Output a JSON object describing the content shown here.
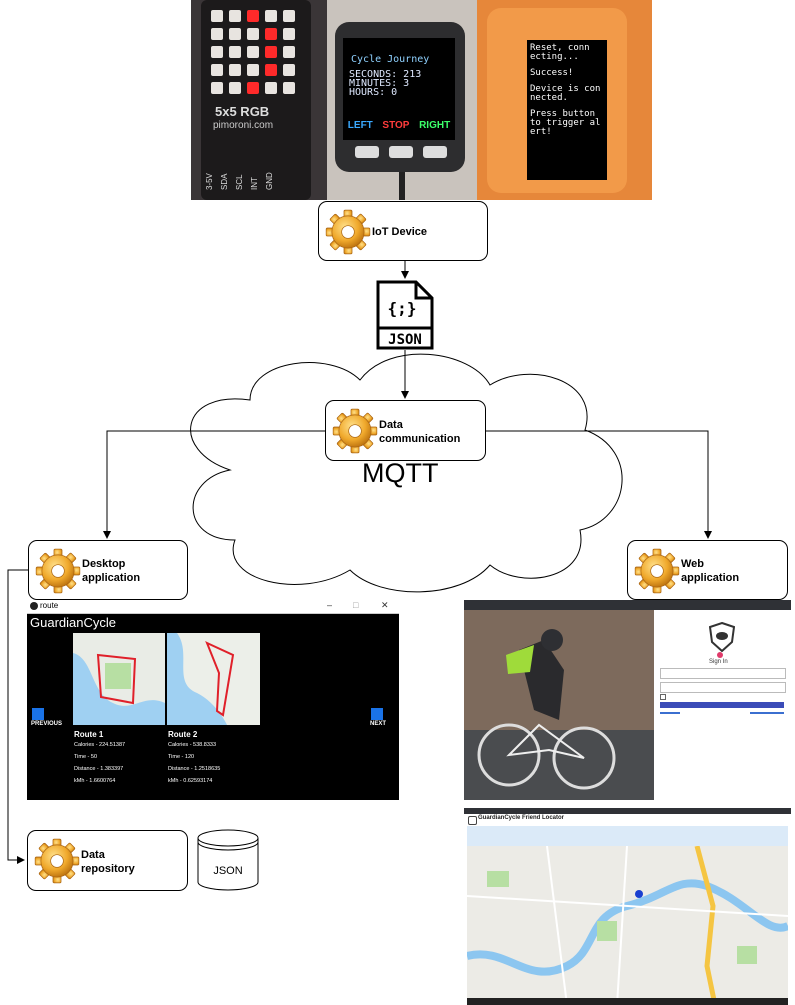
{
  "nodes": {
    "iot": "IoT Device",
    "comm": "Data\ncommunication",
    "desktop": "Desktop\napplication",
    "web": "Web\napplication",
    "repo": "Data\nrepository"
  },
  "json_icon_label": "JSON",
  "json_icon_braces": "{;}",
  "db_label": "JSON",
  "cloud_label": "MQTT",
  "photos": {
    "matrix": {
      "line1": "5x5 RGB",
      "line2": "pimoroni.com",
      "pins": [
        "3-5V",
        "SDA",
        "SCL",
        "INT",
        "GND"
      ]
    },
    "m5": {
      "title": "Cycle Journey",
      "lines": [
        "SECONDS: 213",
        "MINUTES: 3",
        "HOURS: 0"
      ],
      "buttons": [
        "LEFT",
        "STOP",
        "RIGHT"
      ]
    },
    "orange": {
      "lines": [
        "Reset, conn",
        "ecting...",
        "Success!",
        "Device is con",
        "nected.",
        "Press button",
        "to trigger al",
        "ert!"
      ]
    }
  },
  "desktop_app": {
    "window_title": "route",
    "app_name": "GuardianCycle",
    "prev": "PREVIOUS",
    "next": "NEXT",
    "route1": {
      "title": "Route 1",
      "lines": [
        "Calories - 224.51387",
        "Time - 50",
        "Distance - 1.383397",
        "kMh - 1.6600764"
      ]
    },
    "route2": {
      "title": "Route 2",
      "lines": [
        "Calories - 538.8333",
        "Time - 120",
        "Distance - 1.2518635",
        "kMh - 0.62593174"
      ]
    }
  },
  "web_app": {
    "signin": "Sign In",
    "locator_title": "GuardianCycle Friend Locator"
  },
  "colors": {
    "gear": "#e8a020",
    "route_line": "#e0202a",
    "arrow_blue": "#1a73e8",
    "map_water": "#8cc6f0",
    "map_road": "#f5c542",
    "map_park": "#b7dfa3"
  }
}
